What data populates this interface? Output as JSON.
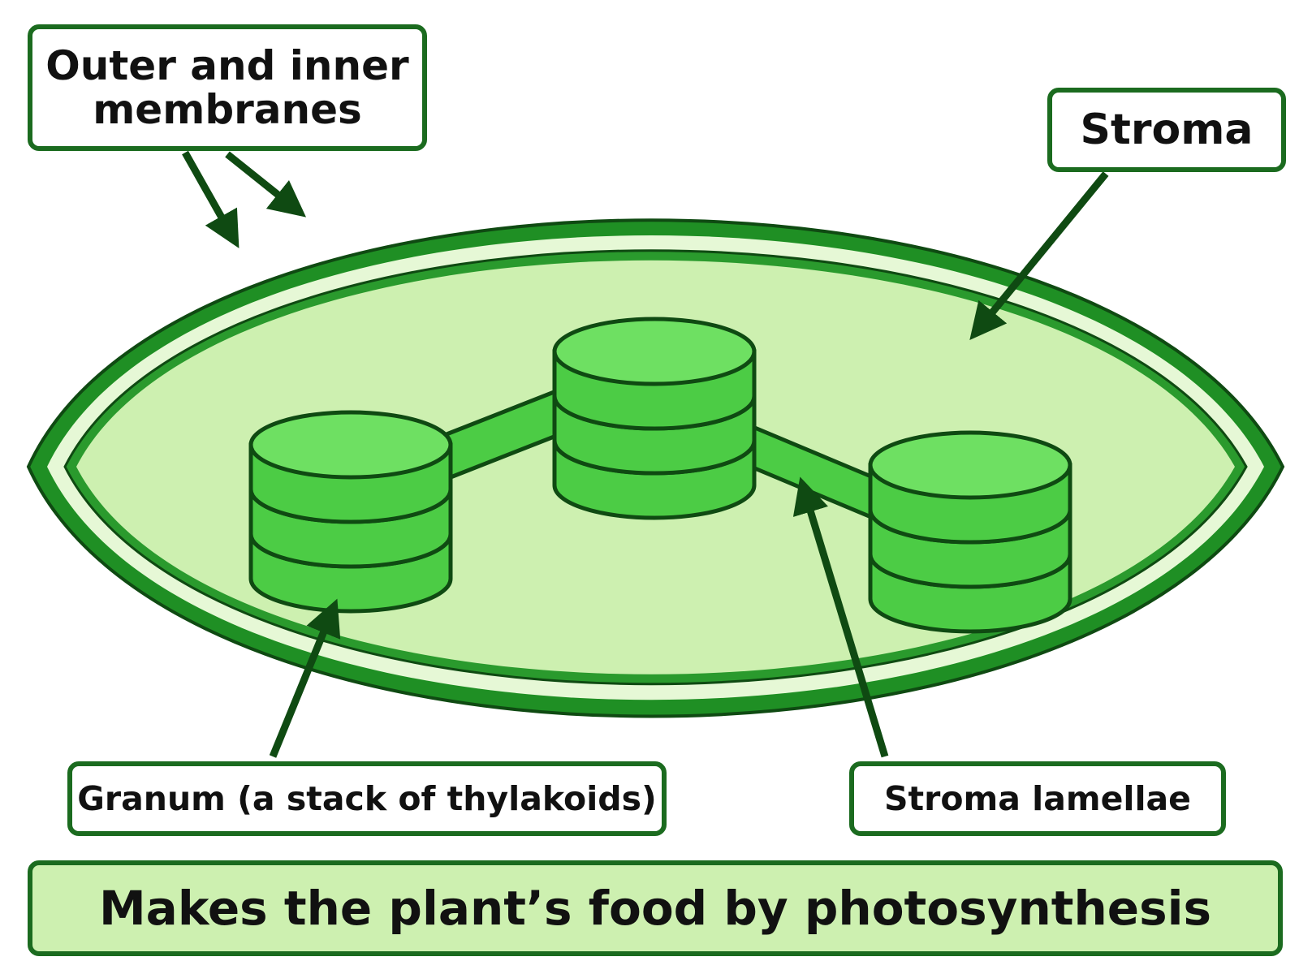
{
  "labels": {
    "membranes_line1": "Outer and inner",
    "membranes_line2": "membranes",
    "stroma": "Stroma",
    "granum": "Granum (a stack of thylakoids)",
    "lamellae": "Stroma lamellae",
    "function": "Makes the plant’s food by photosynthesis"
  },
  "colors": {
    "outer_membrane": "#1f8f24",
    "inner_membrane": "#2a9a2d",
    "intermembrane_space": "#e6f8d6",
    "stroma_fill": "#cdf0b0",
    "thylakoid_fill": "#4ccc45",
    "thylakoid_top": "#6ee062",
    "outline": "#0f4a12",
    "box_border": "#1b6b1f"
  }
}
